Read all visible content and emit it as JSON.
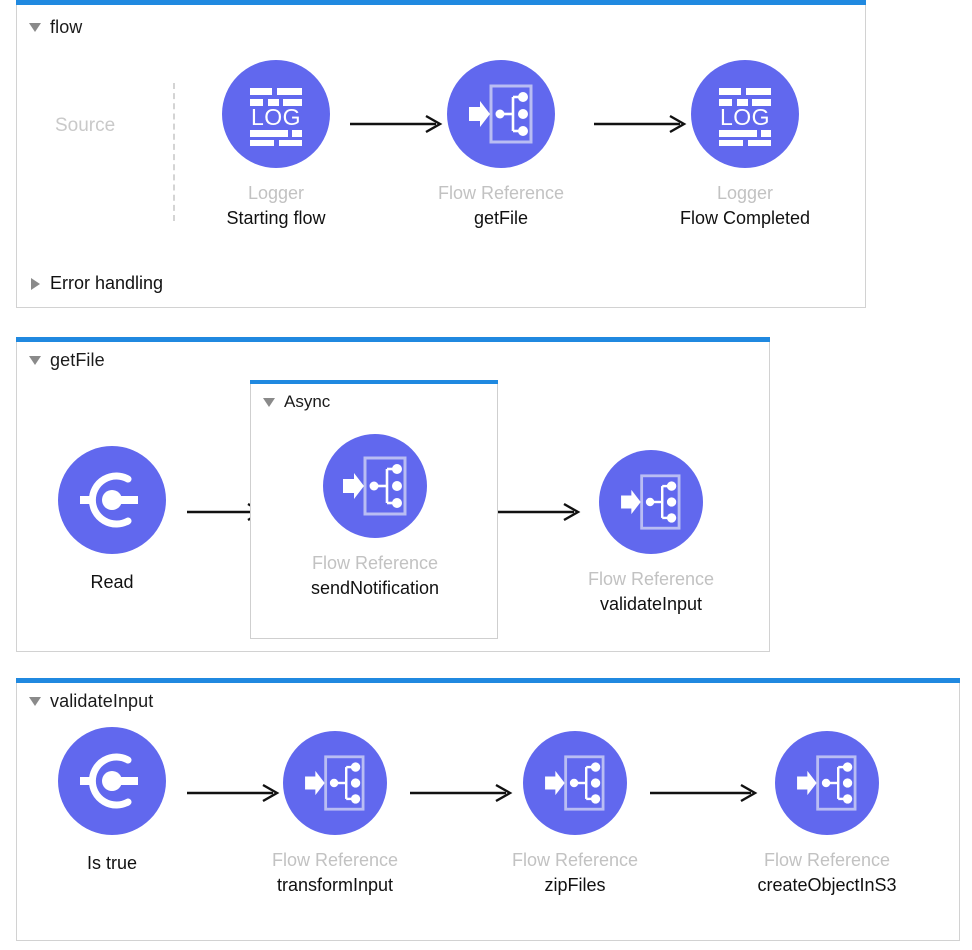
{
  "theme": {
    "accent_blue": "#2089e0",
    "node_purple": "#6168ee",
    "muted_text": "#c2c2c2",
    "panel_border": "#d2d2d2"
  },
  "panels": [
    {
      "id": "flow",
      "title": "flow",
      "expanded_icon": "triangle-down-icon",
      "source_label": "Source",
      "nodes": [
        {
          "type": "Logger",
          "name": "Starting flow",
          "icon": "log-icon"
        },
        {
          "type": "Flow Reference",
          "name": "getFile",
          "icon": "flow-reference-icon"
        },
        {
          "type": "Logger",
          "name": "Flow Completed",
          "icon": "log-icon"
        }
      ],
      "subsections": [
        {
          "label": "Error handling",
          "collapsed_icon": "triangle-right-icon"
        }
      ]
    },
    {
      "id": "getFile",
      "title": "getFile",
      "expanded_icon": "triangle-down-icon",
      "nodes": [
        {
          "type": "",
          "name": "Read",
          "icon": "read-connector-icon"
        },
        {
          "type": "Flow Reference",
          "name": "validateInput",
          "icon": "flow-reference-icon"
        }
      ],
      "sub_panel": {
        "title": "Async",
        "expanded_icon": "triangle-down-icon",
        "nodes": [
          {
            "type": "Flow Reference",
            "name": "sendNotification",
            "icon": "flow-reference-icon"
          }
        ]
      }
    },
    {
      "id": "validateInput",
      "title": "validateInput",
      "expanded_icon": "triangle-down-icon",
      "nodes": [
        {
          "type": "",
          "name": "Is true",
          "icon": "read-connector-icon"
        },
        {
          "type": "Flow Reference",
          "name": "transformInput",
          "icon": "flow-reference-icon"
        },
        {
          "type": "Flow Reference",
          "name": "zipFiles",
          "icon": "flow-reference-icon"
        },
        {
          "type": "Flow Reference",
          "name": "createObjectInS3",
          "icon": "flow-reference-icon"
        }
      ]
    }
  ]
}
